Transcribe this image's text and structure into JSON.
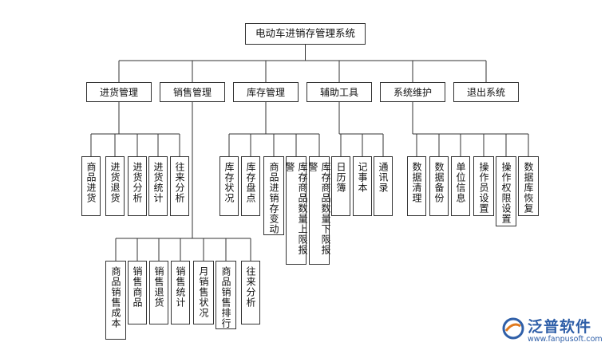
{
  "title": "电动车进销存管理系统",
  "categories": [
    {
      "label": "进货管理",
      "children": [
        "商品进货",
        "进货退货",
        "进货分析",
        "进货统计",
        "往来分析"
      ]
    },
    {
      "label": "销售管理",
      "children": [
        "商品销售成本",
        "销售商品",
        "销售退货",
        "销售统计",
        "月销售状况",
        "商品销售排行",
        "往来分析"
      ]
    },
    {
      "label": "库存管理",
      "children": [
        "库存状况",
        "库存盘点",
        "商品进销存变动",
        "库存商品数量上限报警",
        "库存商品数量下限报警"
      ]
    },
    {
      "label": "辅助工具",
      "children": [
        "日历簿",
        "记事本",
        "通讯录"
      ]
    },
    {
      "label": "系统维护",
      "children": [
        "数据清理",
        "数据备份",
        "单位信息",
        "操作员设置",
        "操作权限设置",
        "数据库恢复"
      ]
    },
    {
      "label": "退出系统",
      "children": []
    }
  ],
  "watermark": {
    "brand": "泛普软件",
    "url": "www.fanpusoft.com"
  }
}
